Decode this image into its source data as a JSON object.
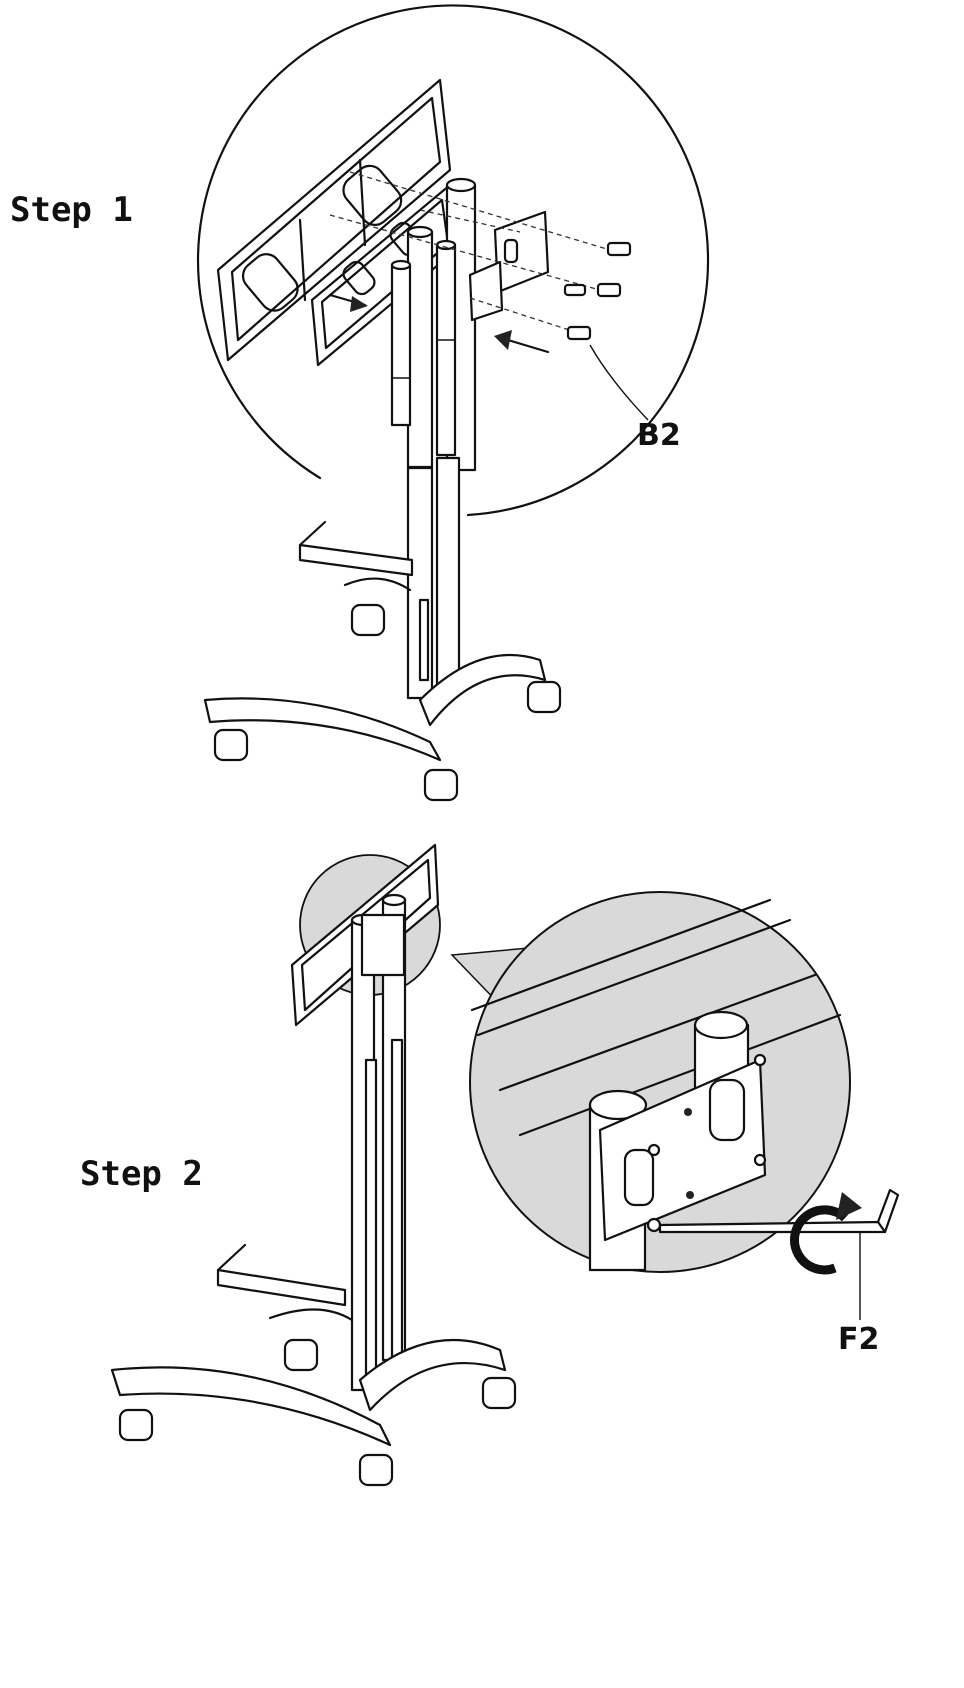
{
  "steps": [
    {
      "title": "Step 1",
      "part_label": "B2"
    },
    {
      "title": "Step 2",
      "part_label": "F2"
    }
  ],
  "colors": {
    "line": "#111111",
    "detail_fill": "#d9d9d9",
    "background": "#ffffff"
  },
  "icons": [
    "arrow-icon",
    "rotate-arrow-icon",
    "hex-key-icon",
    "bolt-icon"
  ]
}
